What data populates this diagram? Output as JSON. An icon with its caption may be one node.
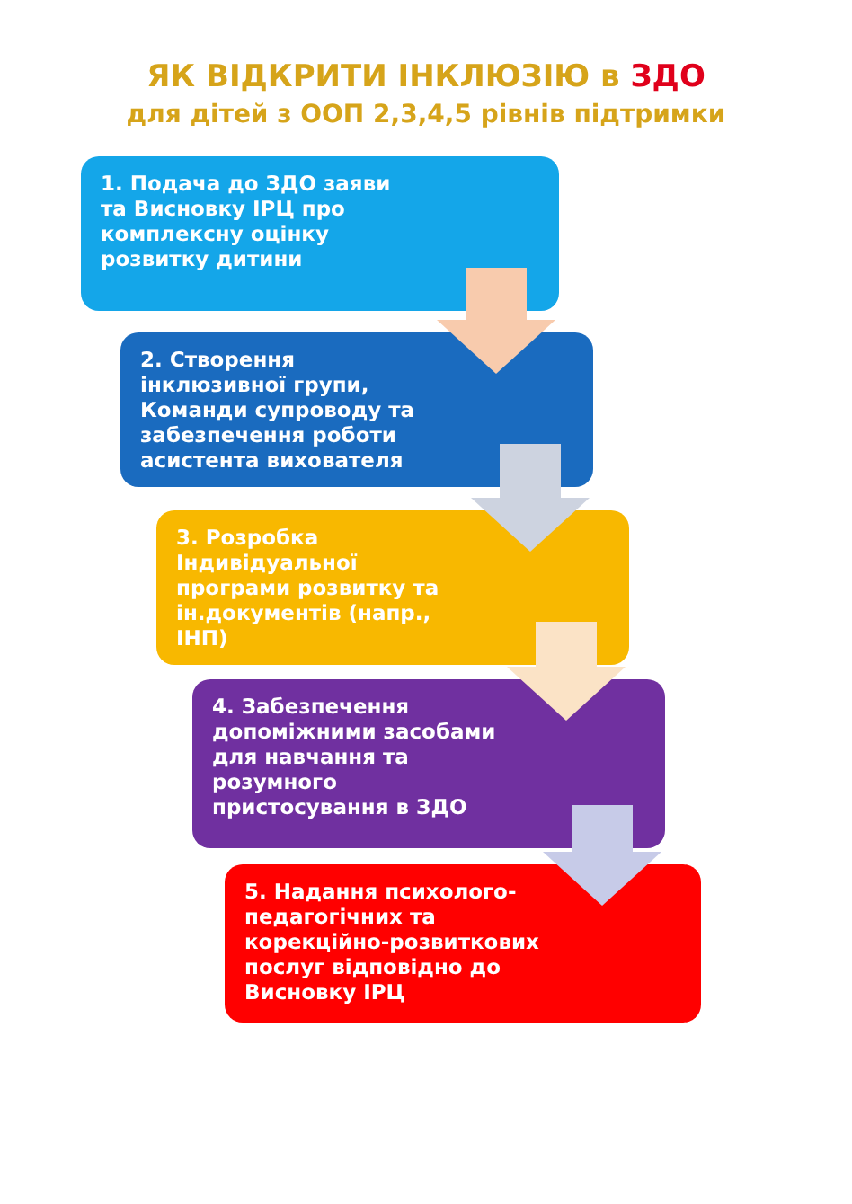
{
  "diagram": {
    "title": "ЯК ВІДКРИТИ ІНКЛЮЗІЮ в **ЗДО**",
    "nodes": [
      {
        "text": [
          "1. Подача до ЗДО заяви та Висновку ІРЦ про комплексну оцінку розвитку дитини"
        ]
      },
      {
        "text": [
          "2. Створення інклюзивної групи, Команди супроводу та забезпечення роботи асистента вихователя"
        ]
      },
      {
        "text": [
          "3. Розробка Індивідуальної програми розвитку та ін.документів (напр., ІНП)"
        ]
      },
      {
        "text": [
          "4. Забезпечення допоміжними засобами для навчання та розумного пристосування в ЗДО"
        ]
      },
      {
        "text": [
          "5. Надання психолого-педагогічних та корекційно-розвиткових послуг відповідно до Висновку ІРЦ"
        ]
      }
    ],
    "edges": [
      {
        "from": 0,
        "to": 1,
        "arrow": "to",
        "color": "#f8cbad"
      },
      {
        "from": 1,
        "to": 2,
        "arrow": "to",
        "color": "#cdd3e0"
      },
      {
        "from": 2,
        "to": 3,
        "arrow": "to",
        "color": "#fbe3c6"
      },
      {
        "from": 3,
        "to": 4,
        "arrow": "to",
        "color": "#c7cbe8"
      }
    ],
    "labels": [
      "для дітей з ООП 2,3,4,5 рівнів підтримки"
    ]
  }
}
